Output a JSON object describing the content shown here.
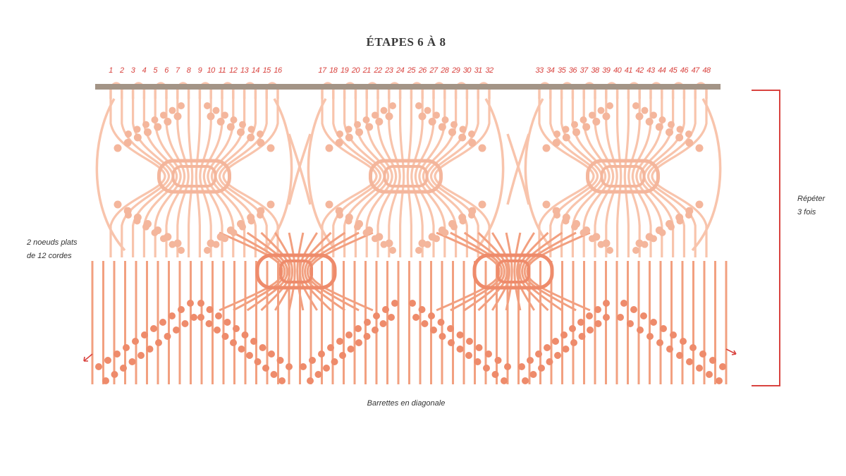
{
  "title": "ÉTAPES 6 À 8",
  "cord_numbers": [
    "1",
    "2",
    "3",
    "4",
    "5",
    "6",
    "7",
    "8",
    "9",
    "10",
    "11",
    "12",
    "13",
    "14",
    "15",
    "16",
    "17",
    "18",
    "19",
    "20",
    "21",
    "22",
    "23",
    "24",
    "25",
    "26",
    "27",
    "28",
    "29",
    "30",
    "31",
    "32",
    "33",
    "34",
    "35",
    "36",
    "37",
    "38",
    "39",
    "40",
    "41",
    "42",
    "43",
    "44",
    "45",
    "46",
    "47",
    "48"
  ],
  "annotations": {
    "left_line1": "2 noeuds plats",
    "left_line2": "de 12 cordes",
    "right_line1": "Répéter",
    "right_line2": "3 fois",
    "bottom": "Barrettes en diagonale"
  },
  "colors": {
    "title": "#3a3a3a",
    "numbers": "#d9433f",
    "dowel": "#a39486",
    "light_cord": "#f8c4ac",
    "light_knot": "#f4b69c",
    "dark_cord": "#f2a080",
    "dark_knot": "#ee8b6b",
    "bracket": "#d9433f"
  },
  "icons": {
    "left_arrow": "arrow-down-left-icon",
    "right_arrow": "arrow-down-right-icon"
  }
}
